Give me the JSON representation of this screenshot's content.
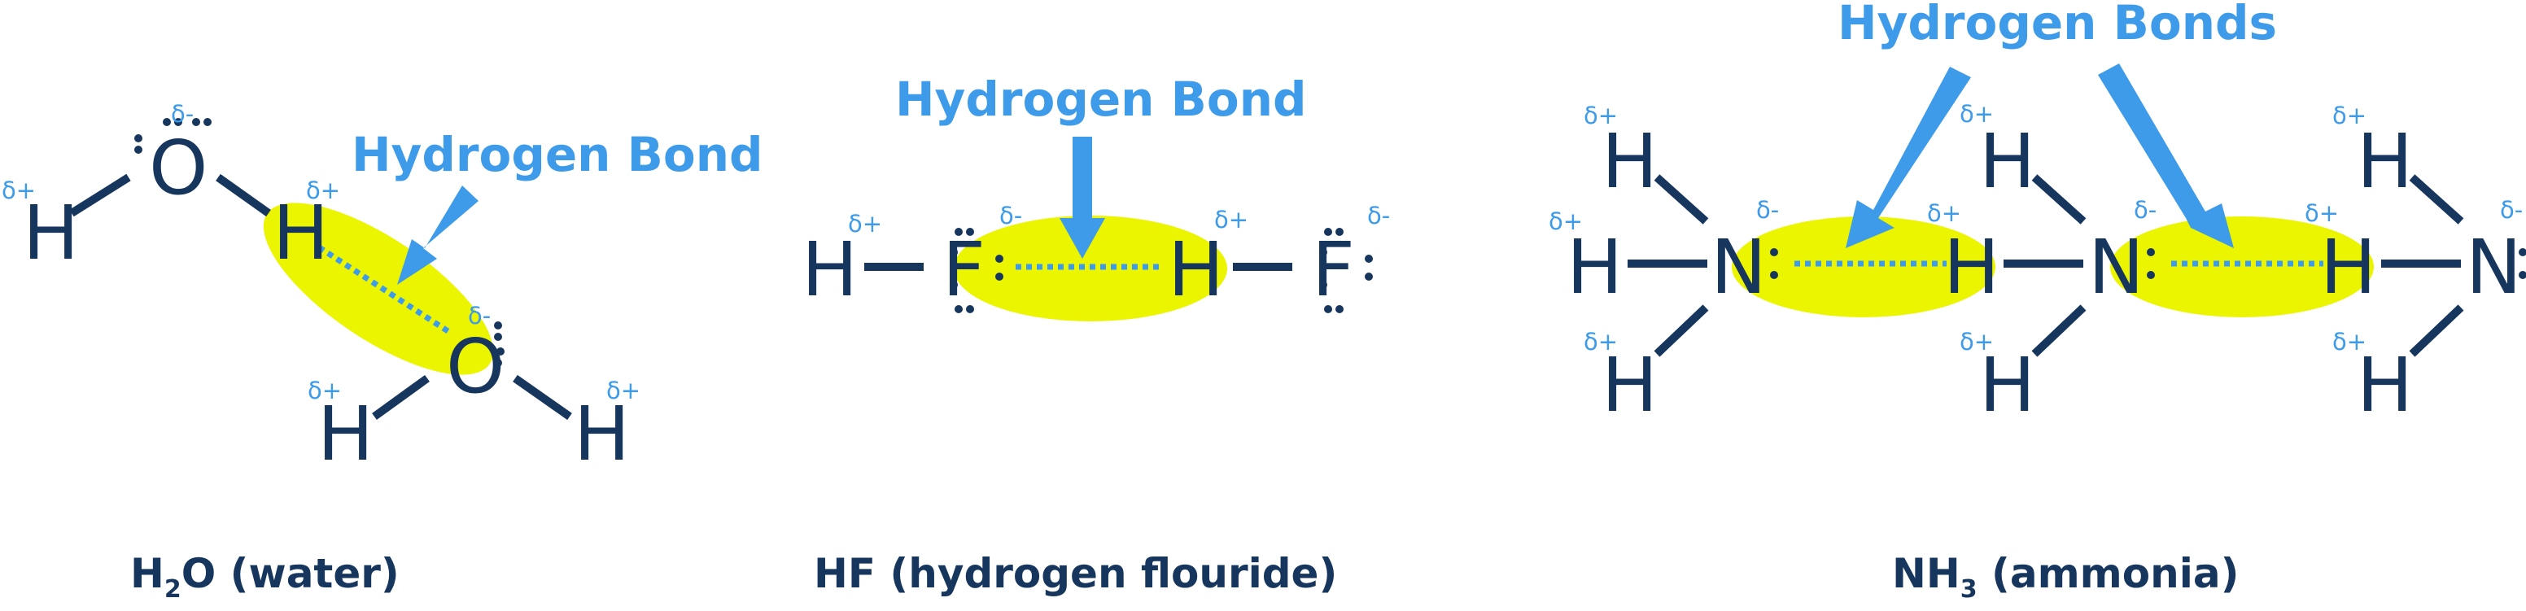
{
  "colors": {
    "atom": "#17365e",
    "label": "#3d9be9",
    "highlight": "#ecf500",
    "background": "#ffffff"
  },
  "water": {
    "label": "Hydrogen Bond",
    "caption_main": "H",
    "caption_sub": "2",
    "caption_rest": "O (water)",
    "atoms": {
      "h1": "H",
      "o1": "O",
      "h2": "H",
      "o2": "O",
      "h3": "H",
      "h4": "H"
    },
    "charges": {
      "h1": "δ+",
      "o1": "δ-",
      "h2": "δ+",
      "o2": "δ-",
      "h3": "δ+",
      "h4": "δ+"
    }
  },
  "hf": {
    "label": "Hydrogen Bond",
    "caption": "HF (hydrogen flouride)",
    "atoms": {
      "h1": "H",
      "f1": "F",
      "h2": "H",
      "f2": "F"
    },
    "charges": {
      "h1": "δ+",
      "f1": "δ-",
      "h2": "δ+",
      "f2": "δ-"
    }
  },
  "ammonia": {
    "label": "Hydrogen Bonds",
    "caption_main": "NH",
    "caption_sub": "3",
    "caption_rest": " (ammonia)",
    "atom_h": "H",
    "atom_n": "N",
    "delta_plus": "δ+",
    "delta_minus": "δ-"
  }
}
